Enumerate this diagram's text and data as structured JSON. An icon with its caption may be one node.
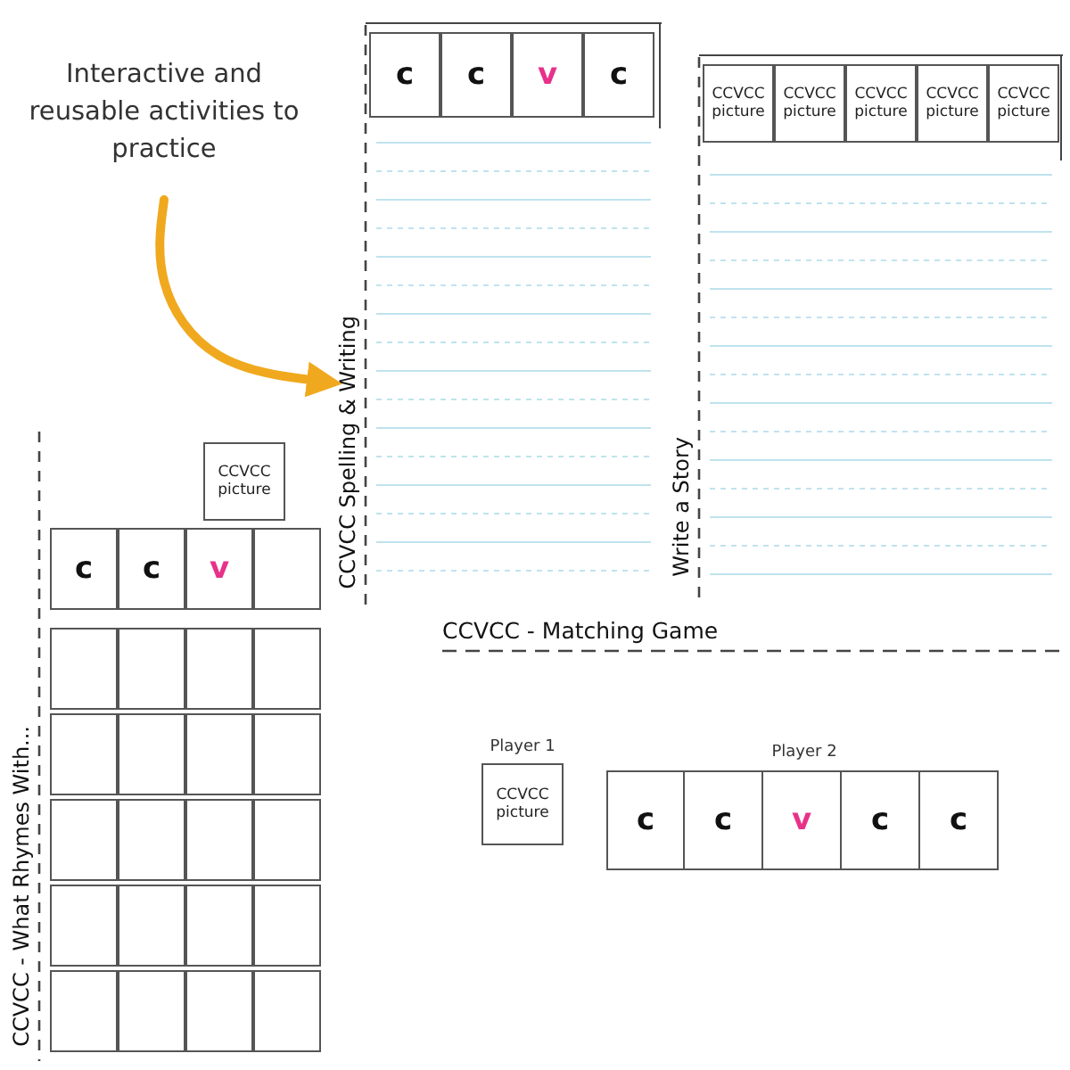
{
  "diagram": {
    "nodes": [
      {
        "text": [
          "Interactive and reusable activities to practice"
        ]
      },
      {
        "text": [
          "CCVCC Spelling & Writing"
        ]
      },
      {
        "text": [
          "c"
        ],
        "in": 1
      },
      {
        "text": [
          "c"
        ],
        "in": 1
      },
      {
        "text": [
          "v"
        ],
        "in": 1
      },
      {
        "text": [
          "c"
        ],
        "in": 1
      },
      {
        "text": [
          "Write a Story"
        ]
      },
      {
        "text": [
          "CCVCC picture"
        ],
        "in": 6
      },
      {
        "text": [
          "CCVCC picture"
        ],
        "in": 6
      },
      {
        "text": [
          "CCVCC picture"
        ],
        "in": 6
      },
      {
        "text": [
          "CCVCC picture"
        ],
        "in": 6
      },
      {
        "text": [
          "CCVCC picture"
        ],
        "in": 6
      },
      {
        "text": [
          "CCVCC - Matching Game"
        ]
      },
      {
        "text": [
          "Player 1",
          "CCVCC picture"
        ],
        "in": 12
      },
      {
        "text": [
          "Player 2"
        ],
        "in": 12
      },
      {
        "text": [
          "c"
        ],
        "in": 14
      },
      {
        "text": [
          "c"
        ],
        "in": 14
      },
      {
        "text": [
          "v"
        ],
        "in": 14
      },
      {
        "text": [
          "c"
        ],
        "in": 14
      },
      {
        "text": [
          "c"
        ],
        "in": 14
      },
      {
        "text": [
          "CCVCC - What Rhymes With..."
        ]
      },
      {
        "text": [
          "CCVCC picture"
        ],
        "in": 20
      },
      {
        "text": [
          "c"
        ],
        "in": 20
      },
      {
        "text": [
          "c"
        ],
        "in": 20
      },
      {
        "text": [
          "v"
        ],
        "in": 20
      },
      {
        "text": [],
        "shape": "box",
        "in": 20
      },
      {
        "text": [],
        "shape": "box",
        "in": 20
      },
      {
        "text": [],
        "shape": "box",
        "in": 20
      },
      {
        "text": [],
        "shape": "box",
        "in": 20
      },
      {
        "text": [],
        "shape": "box",
        "in": 20
      },
      {
        "text": [],
        "shape": "box",
        "in": 20
      },
      {
        "text": [],
        "shape": "box",
        "in": 20
      },
      {
        "text": [],
        "shape": "box",
        "in": 20
      },
      {
        "text": [],
        "shape": "box",
        "in": 20
      },
      {
        "text": [],
        "shape": "box",
        "in": 20
      },
      {
        "text": [],
        "shape": "box",
        "in": 20
      },
      {
        "text": [],
        "shape": "box",
        "in": 20
      },
      {
        "text": [],
        "shape": "box",
        "in": 20
      },
      {
        "text": [],
        "shape": "box",
        "in": 20
      },
      {
        "text": [],
        "shape": "box",
        "in": 20
      },
      {
        "text": [],
        "shape": "box",
        "in": 20
      },
      {
        "text": [],
        "shape": "box",
        "in": 20
      },
      {
        "text": [],
        "shape": "box",
        "in": 20
      },
      {
        "text": [],
        "shape": "box",
        "in": 20
      },
      {
        "text": [],
        "shape": "box",
        "in": 20
      },
      {
        "text": [],
        "shape": "box",
        "in": 20
      }
    ],
    "edges": [
      {
        "from": 0,
        "to": 1,
        "arrow": "to",
        "color": "#f0a91e"
      }
    ]
  }
}
